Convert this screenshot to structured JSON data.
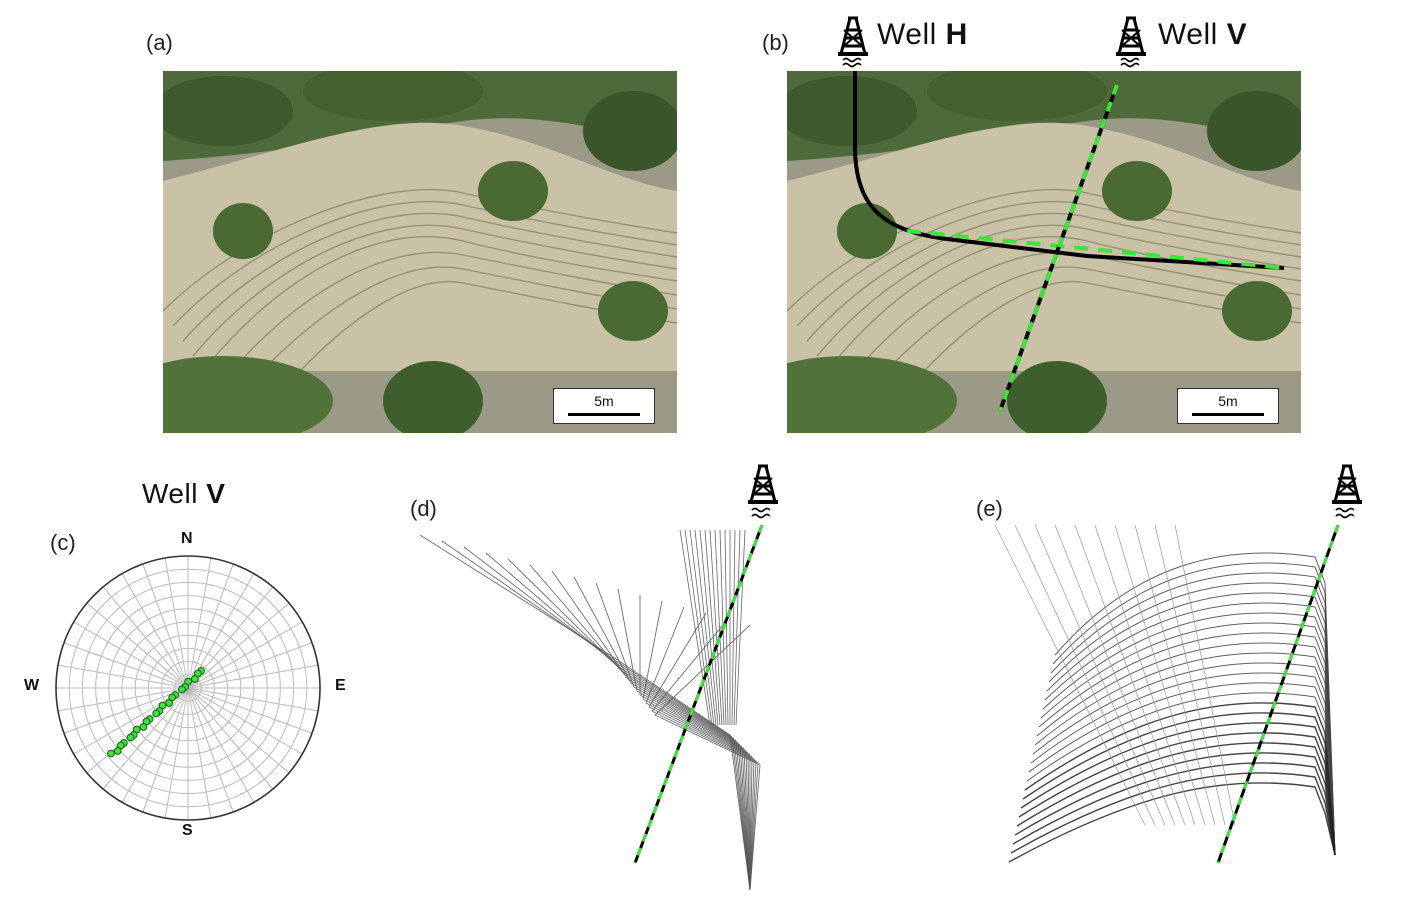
{
  "panels": {
    "a": {
      "letter": "(a)",
      "scale_label": "5m"
    },
    "b": {
      "letter": "(b)",
      "scale_label": "5m",
      "well_h": {
        "prefix": "Well",
        "name": "H"
      },
      "well_v": {
        "prefix": "Well",
        "name": "V"
      }
    },
    "c": {
      "letter": "(c)",
      "title_prefix": "Well",
      "title_name": "V",
      "north": "N",
      "south": "S",
      "east": "E",
      "west": "W"
    },
    "d": {
      "letter": "(d)"
    },
    "e": {
      "letter": "(e)"
    }
  },
  "colors": {
    "marker": "#39e639",
    "well": "#000000",
    "grid": "#bbbbbb",
    "layer": "#333333"
  },
  "icons": [
    "derrick-icon",
    "wellhead-icon"
  ]
}
